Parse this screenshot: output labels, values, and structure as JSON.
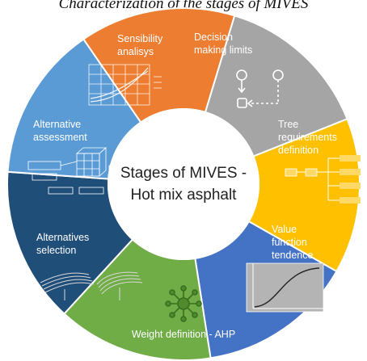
{
  "caption": "Characterization of the stages of MIVES",
  "center": {
    "line1": "Stages of MIVES -",
    "line2": "Hot mix asphalt"
  },
  "stages": [
    {
      "id": "sensibility",
      "lines": [
        "Sensibility",
        "analisys"
      ],
      "color": "#1f4e79"
    },
    {
      "id": "decision",
      "lines": [
        "Decision",
        "making limits"
      ],
      "color": "#5b9bd5"
    },
    {
      "id": "tree",
      "lines": [
        "Tree",
        "requirements",
        "definition"
      ],
      "color": "#ed7d31"
    },
    {
      "id": "value",
      "lines": [
        "Value",
        "function",
        "tendence"
      ],
      "color": "#a5a5a5"
    },
    {
      "id": "weight",
      "lines": [
        "Weight definition - AHP"
      ],
      "color": "#ffc000",
      "text_color": "#1a1a1a"
    },
    {
      "id": "alternatives-selection",
      "lines": [
        "Alternatives",
        "selection"
      ],
      "color": "#4472c4"
    },
    {
      "id": "alternative-assessment",
      "lines": [
        "Alternative",
        "assessment"
      ],
      "color": "#70ad47"
    }
  ]
}
